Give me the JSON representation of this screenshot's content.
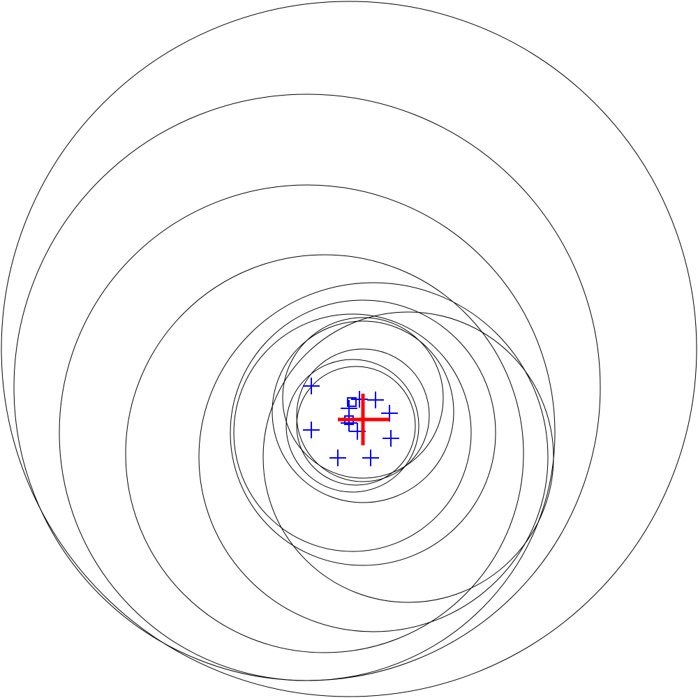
{
  "diagram": {
    "description_type": "nested circles with markers",
    "colors": {
      "background": "#ffffff",
      "circle_stroke": "#000000",
      "marker": "#0000ff",
      "center_marker": "#ff0000"
    },
    "circle_count": 13,
    "marker_count": 13,
    "center_marker_count": 1
  }
}
